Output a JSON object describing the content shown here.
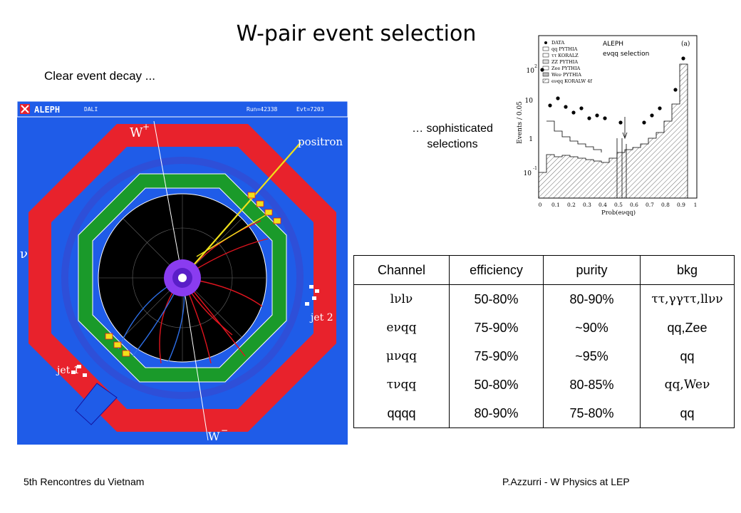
{
  "slide": {
    "title": "W-pair event selection",
    "subtitle_left": "Clear event decay ...",
    "subtitle_right_line1": "… sophisticated",
    "subtitle_right_line2": "selections",
    "footer_left": "5th Rencontres du Vietnam",
    "footer_right": "P.Azzurri - W Physics at LEP"
  },
  "event_display": {
    "brand": "ALEPH",
    "program": "DALI",
    "run": "Run=42338",
    "event": "Evt=7203",
    "label_wplus": "W",
    "label_wplus_sup": "+",
    "label_positron": "positron",
    "label_nu": "ν",
    "label_jet2": "jet 2",
    "label_jet1": "jet 1",
    "label_wminus": "W",
    "label_wminus_sup": "−",
    "colors": {
      "background": "#1f5ce8",
      "outer_ring": "#e8222c",
      "green_ring": "#1a9a2a",
      "core": "#000000",
      "center": "#8a3cf0",
      "tracks_red": "#e0141e",
      "tracks_blue": "#2d6fe8",
      "track_yellow": "#f0e11a"
    }
  },
  "histogram": {
    "experiment": "ALEPH",
    "panel_tag": "(a)",
    "selection": "eνqq selection",
    "ylabel": "Events / 0.05",
    "xlabel": "Prob(eνqq)",
    "legend": [
      "DATA",
      "qq PYTHIA",
      "ττ KORALZ",
      "ZZ PYTHIA",
      "Zee PYTHIA",
      "Weν PYTHIA",
      "eνqq KORALW 4f"
    ],
    "x_ticks": [
      "0",
      "0.1",
      "0.2",
      "0.3",
      "0.4",
      "0.5",
      "0.6",
      "0.7",
      "0.8",
      "0.9",
      "1"
    ],
    "y_ticks": [
      "10",
      "1",
      "10",
      "10"
    ],
    "y_tick_exponents": [
      "-1",
      "",
      "",
      "2"
    ]
  },
  "table": {
    "headers": [
      "Channel",
      "efficiency",
      "purity",
      "bkg"
    ],
    "rows": [
      {
        "channel": "lνlν",
        "efficiency": "50-80%",
        "purity": "80-90%",
        "bkg": "ττ,γγττ,llνν"
      },
      {
        "channel": "eνqq",
        "efficiency": "75-90%",
        "purity": "~90%",
        "bkg": "qq,Zee"
      },
      {
        "channel": "μνqq",
        "efficiency": "75-90%",
        "purity": "~95%",
        "bkg": "qq"
      },
      {
        "channel": "τνqq",
        "efficiency": "50-80%",
        "purity": "80-85%",
        "bkg": "qq,Weν"
      },
      {
        "channel": "qqqq",
        "efficiency": "80-90%",
        "purity": "75-80%",
        "bkg": "qq"
      }
    ]
  }
}
